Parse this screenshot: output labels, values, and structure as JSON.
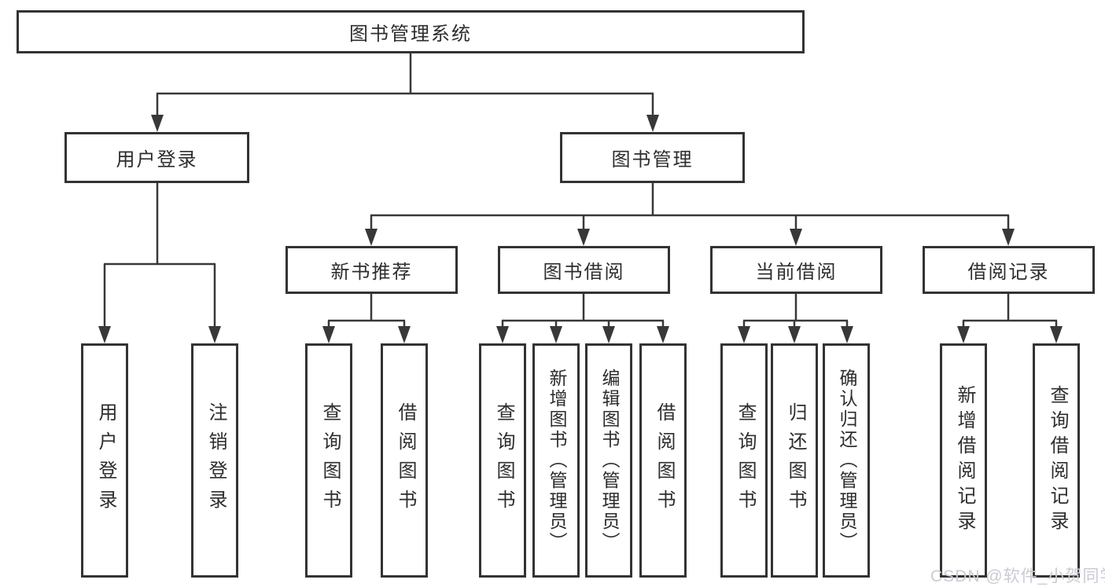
{
  "diagram": {
    "root": {
      "label": "图书管理系统"
    },
    "level2": [
      {
        "label": "用户登录"
      },
      {
        "label": "图书管理"
      }
    ],
    "level3": [
      {
        "label": "新书推荐",
        "parent": "图书管理"
      },
      {
        "label": "图书借阅",
        "parent": "图书管理"
      },
      {
        "label": "当前借阅",
        "parent": "图书管理"
      },
      {
        "label": "借阅记录",
        "parent": "图书管理"
      }
    ],
    "leaves": [
      {
        "label": "用户登录",
        "parent": "用户登录"
      },
      {
        "label": "注销登录",
        "parent": "用户登录"
      },
      {
        "label": "查询图书",
        "parent": "新书推荐"
      },
      {
        "label": "借阅图书",
        "parent": "新书推荐"
      },
      {
        "label": "查询图书",
        "parent": "图书借阅"
      },
      {
        "label": "新增图书（管理员）",
        "parent": "图书借阅"
      },
      {
        "label": "编辑图书（管理员）",
        "parent": "图书借阅"
      },
      {
        "label": "借阅图书",
        "parent": "图书借阅"
      },
      {
        "label": "查询图书",
        "parent": "当前借阅"
      },
      {
        "label": "归还图书",
        "parent": "当前借阅"
      },
      {
        "label": "确认归还（管理员）",
        "parent": "当前借阅"
      },
      {
        "label": "新增借阅记录",
        "parent": "借阅记录"
      },
      {
        "label": "查询借阅记录",
        "parent": "借阅记录"
      }
    ],
    "watermark": "CSDN @软件_小贺同学",
    "colors": {
      "box_border": "#333333",
      "line": "#383838",
      "text": "#2d2d2d",
      "watermark": "#c8ccd2",
      "background": "#ffffff"
    }
  }
}
